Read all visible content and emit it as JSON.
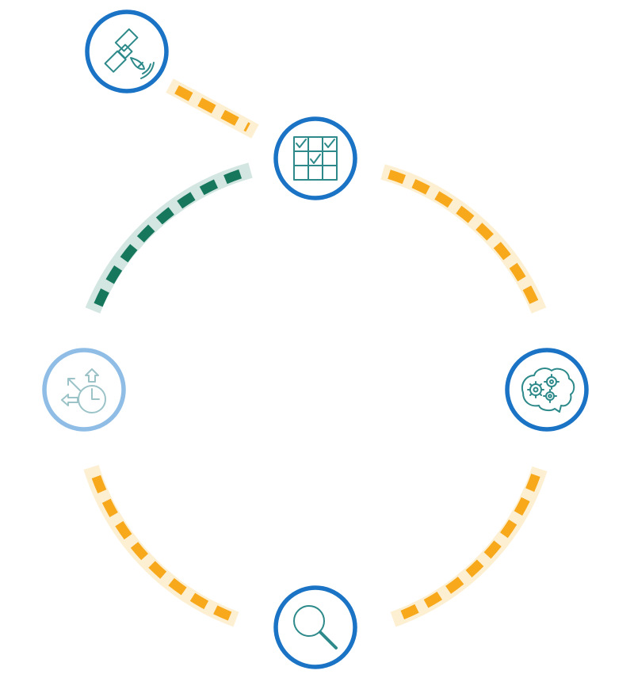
{
  "diagram": {
    "nodes": [
      {
        "id": "satellite",
        "icon": "satellite-icon",
        "state": "active"
      },
      {
        "id": "checklist",
        "icon": "checklist-grid-icon",
        "state": "active"
      },
      {
        "id": "brain",
        "icon": "brain-gears-icon",
        "state": "active"
      },
      {
        "id": "search",
        "icon": "magnifier-icon",
        "state": "active"
      },
      {
        "id": "adjust",
        "icon": "arrows-clock-icon",
        "state": "inactive"
      }
    ],
    "connectors": [
      {
        "from": "satellite",
        "to": "checklist",
        "style": "pending"
      },
      {
        "from": "checklist",
        "to": "brain",
        "style": "pending"
      },
      {
        "from": "brain",
        "to": "search",
        "style": "pending"
      },
      {
        "from": "search",
        "to": "adjust",
        "style": "pending"
      },
      {
        "from": "adjust",
        "to": "checklist",
        "style": "complete"
      }
    ]
  },
  "colors": {
    "node_ring_active": "#1a73c4",
    "node_ring_inactive": "#8fbde6",
    "icon_active": "#2e8a8a",
    "icon_inactive": "#9cc4c8",
    "pending_track": "#fdefd2",
    "pending_dash": "#f7a81b",
    "complete_track": "#d3e6e1",
    "complete_dash": "#17775d"
  }
}
